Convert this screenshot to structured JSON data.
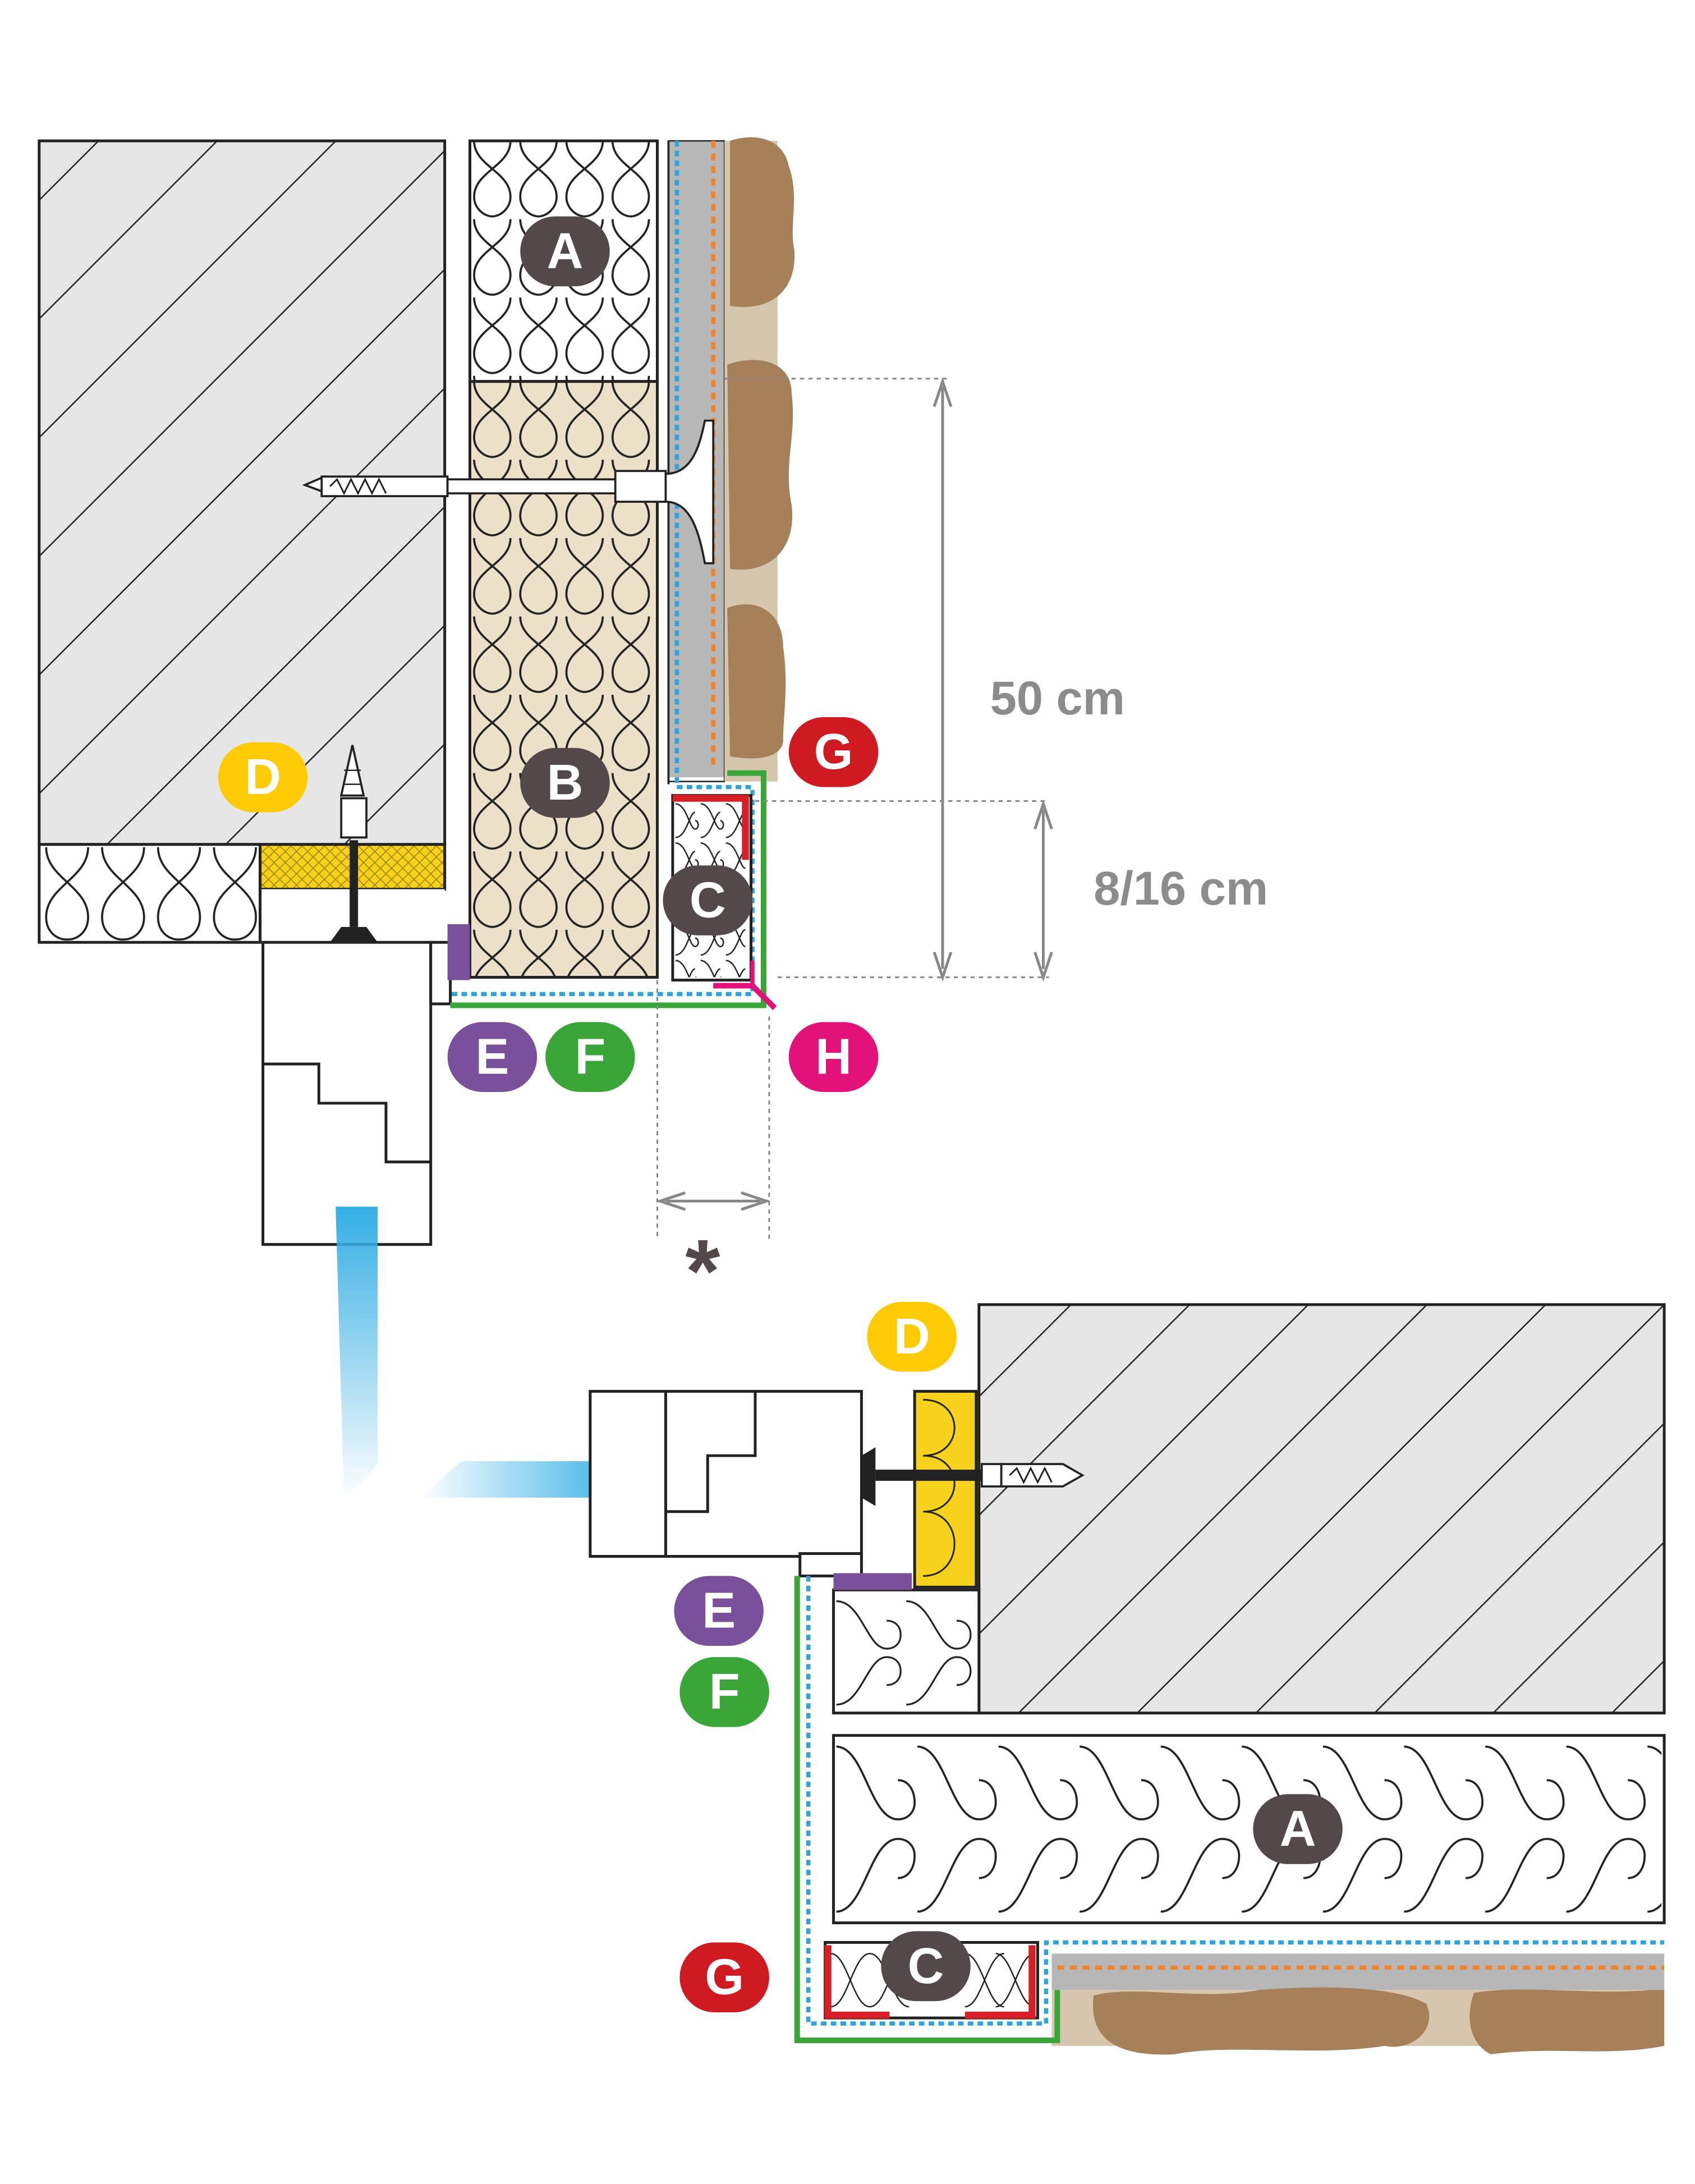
{
  "badges": {
    "a_top": "A",
    "b": "B",
    "c_top": "C",
    "d_top": "D",
    "e_top": "E",
    "f_top": "F",
    "g_top": "G",
    "h": "H",
    "d_bottom": "D",
    "e_bottom": "E",
    "f_bottom": "F",
    "a_bottom": "A",
    "c_bottom": "C",
    "g_bottom": "G"
  },
  "dimensions": {
    "height_large": "50 cm",
    "height_small": "8/16 cm",
    "width_note": "*"
  },
  "colors": {
    "badge_dark": "#54494a",
    "badge_yellow": "#ffcb05",
    "badge_purple": "#7a4f9c",
    "badge_green": "#3aa637",
    "badge_red": "#cf1a22",
    "badge_magenta": "#e2127a",
    "membrane_green": "#3aa637",
    "membrane_blue": "#2ea3de",
    "membrane_orange": "#f0842c",
    "tape_red": "#d91f26",
    "seal_purple": "#7a4f9c",
    "foam_yellow": "#f7d21d",
    "insulation_beige": "#ede0c8",
    "render_grey": "#b7b7b7",
    "stone_brown": "#a58058",
    "stone_beige": "#d6c6ad",
    "wall_grey": "#e6e6e6",
    "light_blue": "#34aee4"
  }
}
